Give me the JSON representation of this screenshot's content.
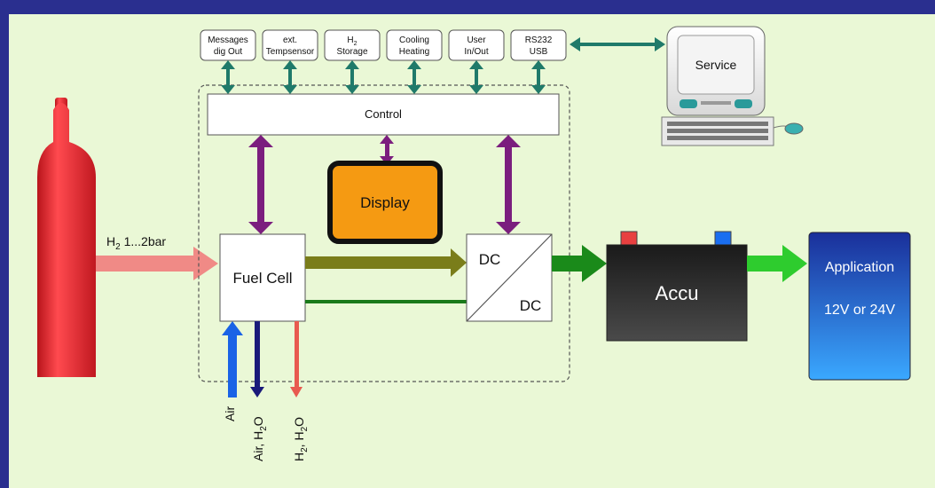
{
  "modules": [
    {
      "line1": "Messages",
      "line2": "dig Out"
    },
    {
      "line1": "ext.",
      "line2": "Tempsensor"
    },
    {
      "line1": "H",
      "sub": "2",
      "line2": "Storage"
    },
    {
      "line1": "Cooling",
      "line2": "Heating"
    },
    {
      "line1": "User",
      "line2": "In/Out"
    },
    {
      "line1": "RS232",
      "line2": "USB"
    }
  ],
  "service_label": "Service",
  "control_label": "Control",
  "display_label": "Display",
  "fuel_cell_label": "Fuel Cell",
  "dcdc": {
    "top": "DC",
    "bottom": "DC"
  },
  "accu_label": "Accu",
  "application": {
    "line1": "Application",
    "line2": "12V or 24V"
  },
  "h2_input": {
    "prefix": "H",
    "sub": "2",
    "text": " 1...2bar"
  },
  "outputs": {
    "air": "Air",
    "air_h2o": {
      "a": "Air, H",
      "sub": "2",
      "b": "O"
    },
    "h2_h2o": {
      "a": "H",
      "sub1": "2",
      "b": ", H",
      "sub2": "2",
      "c": "O"
    }
  },
  "colors": {
    "background_border": "#2a2f8f",
    "panel": "#eaf8d6",
    "cylinder": "#e8232b",
    "h2_arrow": "#f08a86",
    "teal_arrow": "#1f7a6a",
    "purple_arrow": "#7b1e7e",
    "olive_arrow": "#7a7d1a",
    "green_arrow": "#1a8a1a",
    "bright_green_arrow": "#2ecc2e",
    "display_fill": "#f59a12",
    "accu_fill": "#303030",
    "application_fill": "#1f5fd0",
    "air_arrow": "#1a63e6",
    "air_h2o_arrow": "#1a1a7a",
    "h2_h2o_arrow": "#e85a50"
  }
}
